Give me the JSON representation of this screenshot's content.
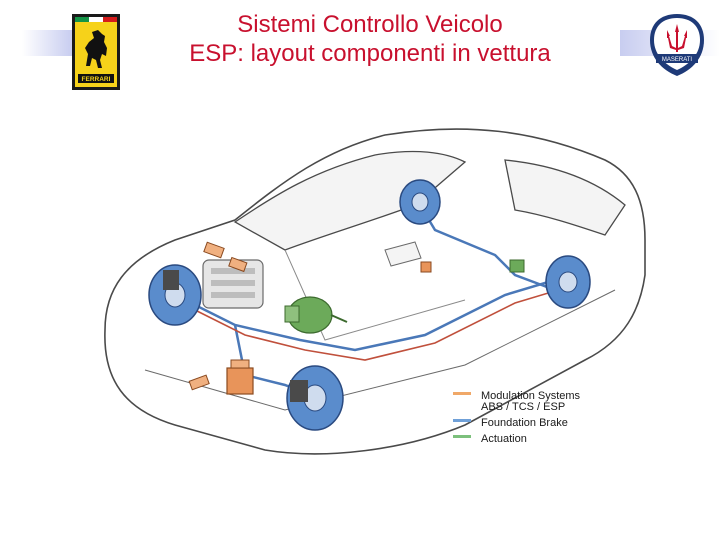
{
  "title": {
    "line1": "Sistemi Controllo Veicolo",
    "line2": "ESP: layout componenti in vettura"
  },
  "logos": {
    "left": {
      "icon": "ferrari-prancing-horse-logo",
      "text": "FERRARI"
    },
    "right": {
      "icon": "maserati-trident-logo",
      "text": "MASERATI"
    }
  },
  "legend": {
    "items": [
      {
        "line1": "Modulation Systems",
        "line2": "ABS / TCS / ESP",
        "color": "#f0a868"
      },
      {
        "line1": "Foundation Brake",
        "line2": "",
        "color": "#6fa0d8"
      },
      {
        "line1": "Actuation",
        "line2": "",
        "color": "#7cc07c"
      }
    ]
  },
  "colors": {
    "title": "#c8102e",
    "band": "#c8cdf0",
    "brake_line_blue": "#4a78b8",
    "brake_line_red": "#c0503c",
    "disc_blue": "#5a8ccc",
    "component_orange": "#e8945a",
    "component_green": "#6caa5a"
  }
}
